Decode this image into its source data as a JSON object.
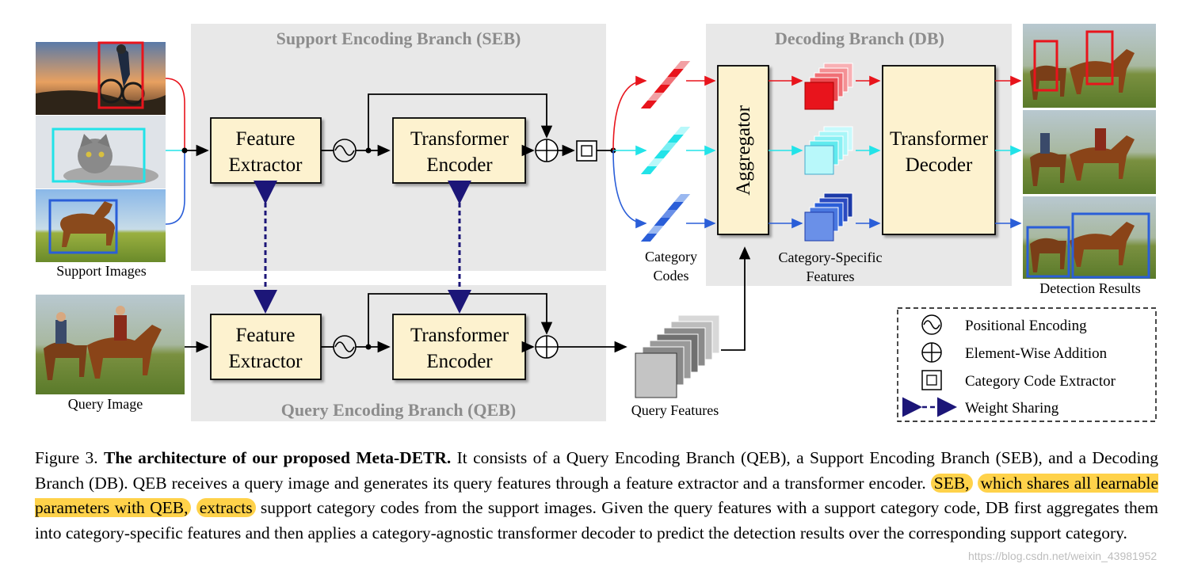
{
  "branches": {
    "seb_title": "Support Encoding Branch (SEB)",
    "qeb_title": "Query Encoding Branch (QEB)",
    "db_title": "Decoding Branch (DB)"
  },
  "blocks": {
    "feature_extractor_line1": "Feature",
    "feature_extractor_line2": "Extractor",
    "transformer_encoder_line1": "Transformer",
    "transformer_encoder_line2": "Encoder",
    "aggregator": "Aggregator",
    "transformer_decoder_line1": "Transformer",
    "transformer_decoder_line2": "Decoder"
  },
  "labels": {
    "support_images": "Support Images",
    "query_image": "Query Image",
    "category_codes_line1": "Category",
    "category_codes_line2": "Codes",
    "category_specific_line1": "Category-Specific",
    "category_specific_line2": "Features",
    "query_features": "Query Features",
    "detection_results": "Detection Results"
  },
  "legend": {
    "positional_encoding": "Positional Encoding",
    "element_wise_addition": "Element-Wise Addition",
    "category_code_extractor": "Category Code Extractor",
    "weight_sharing": "Weight Sharing"
  },
  "colors": {
    "red_category": "#e8141c",
    "cyan_category": "#22e3e8",
    "blue_category": "#2a5ed8",
    "block_fill": "#fdf2cf",
    "branch_bg": "#e8e8e8",
    "weight_sharing": "#1c1678",
    "highlight": "#ffd24a"
  },
  "caption": {
    "figure_label": "Figure 3.",
    "title": "The architecture of our proposed Meta-DETR.",
    "text_part1": "It consists of a Query Encoding Branch (QEB), a Support Encoding Branch (SEB), and a Decoding Branch (DB). QEB receives a query image and generates its query features through a feature extractor and a transformer encoder.",
    "highlight1": "SEB,",
    "highlight2": "which shares all learnable parameters with QEB,",
    "highlight3": "extracts",
    "text_part2": "support category codes from the support images. Given the query features with a support category code, DB first aggregates them into category-specific features and then applies a category-agnostic transformer decoder to predict the detection results over the corresponding support category."
  },
  "watermark": "https://blog.csdn.net/weixin_43981952"
}
